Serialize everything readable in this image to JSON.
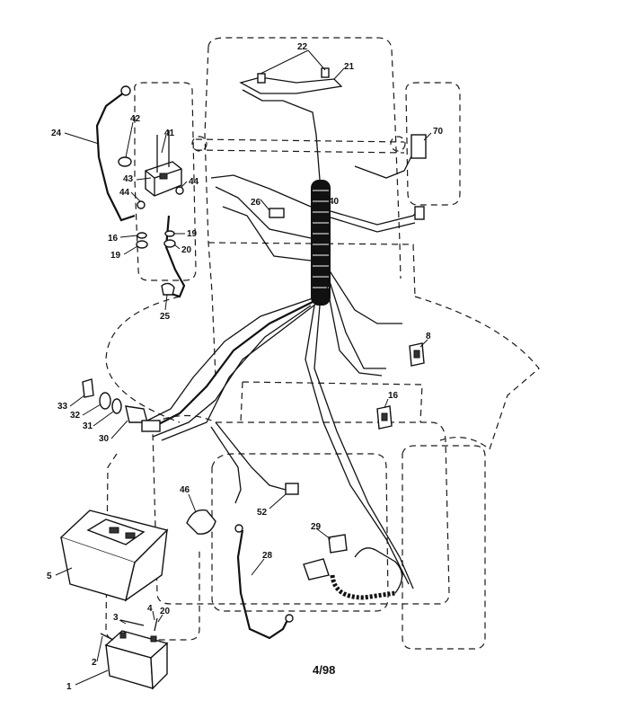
{
  "parts": [
    {
      "id": "p1",
      "label": "1"
    },
    {
      "id": "p2",
      "label": "2"
    },
    {
      "id": "p3",
      "label": "3"
    },
    {
      "id": "p4",
      "label": "4"
    },
    {
      "id": "p5",
      "label": "5"
    },
    {
      "id": "p8",
      "label": "8"
    },
    {
      "id": "p16a",
      "label": "16"
    },
    {
      "id": "p16b",
      "label": "16"
    },
    {
      "id": "p19a",
      "label": "19"
    },
    {
      "id": "p19b",
      "label": "19"
    },
    {
      "id": "p20a",
      "label": "20"
    },
    {
      "id": "p20b",
      "label": "20"
    },
    {
      "id": "p21",
      "label": "21"
    },
    {
      "id": "p22",
      "label": "22"
    },
    {
      "id": "p24",
      "label": "24"
    },
    {
      "id": "p25",
      "label": "25"
    },
    {
      "id": "p26",
      "label": "26"
    },
    {
      "id": "p28",
      "label": "28"
    },
    {
      "id": "p29",
      "label": "29"
    },
    {
      "id": "p30",
      "label": "30"
    },
    {
      "id": "p31",
      "label": "31"
    },
    {
      "id": "p32",
      "label": "32"
    },
    {
      "id": "p33",
      "label": "33"
    },
    {
      "id": "p40",
      "label": "40"
    },
    {
      "id": "p41",
      "label": "41"
    },
    {
      "id": "p42",
      "label": "42"
    },
    {
      "id": "p43",
      "label": "43"
    },
    {
      "id": "p44a",
      "label": "44"
    },
    {
      "id": "p44b",
      "label": "44"
    },
    {
      "id": "p46",
      "label": "46"
    },
    {
      "id": "p52",
      "label": "52"
    },
    {
      "id": "p70",
      "label": "70"
    }
  ],
  "footer": {
    "date_code": "4/98"
  }
}
